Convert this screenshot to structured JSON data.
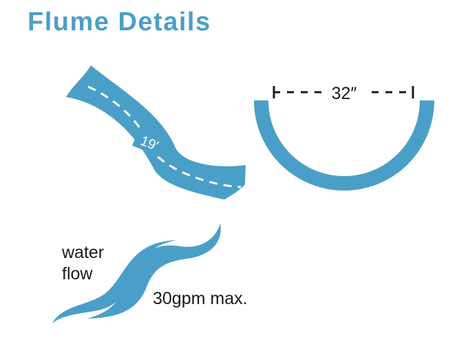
{
  "title": "Flume Details",
  "flume_length": "19′",
  "flume_width": "32″",
  "water_flow_line1": "water",
  "water_flow_line2": "flow",
  "flow_rate": "30gpm max.",
  "colors": {
    "accent": "#4a9fc8",
    "text": "#1a1a1a",
    "background": "#ffffff"
  },
  "icons": [
    "slide-side-view",
    "flume-cross-section",
    "water-flow-waves"
  ]
}
